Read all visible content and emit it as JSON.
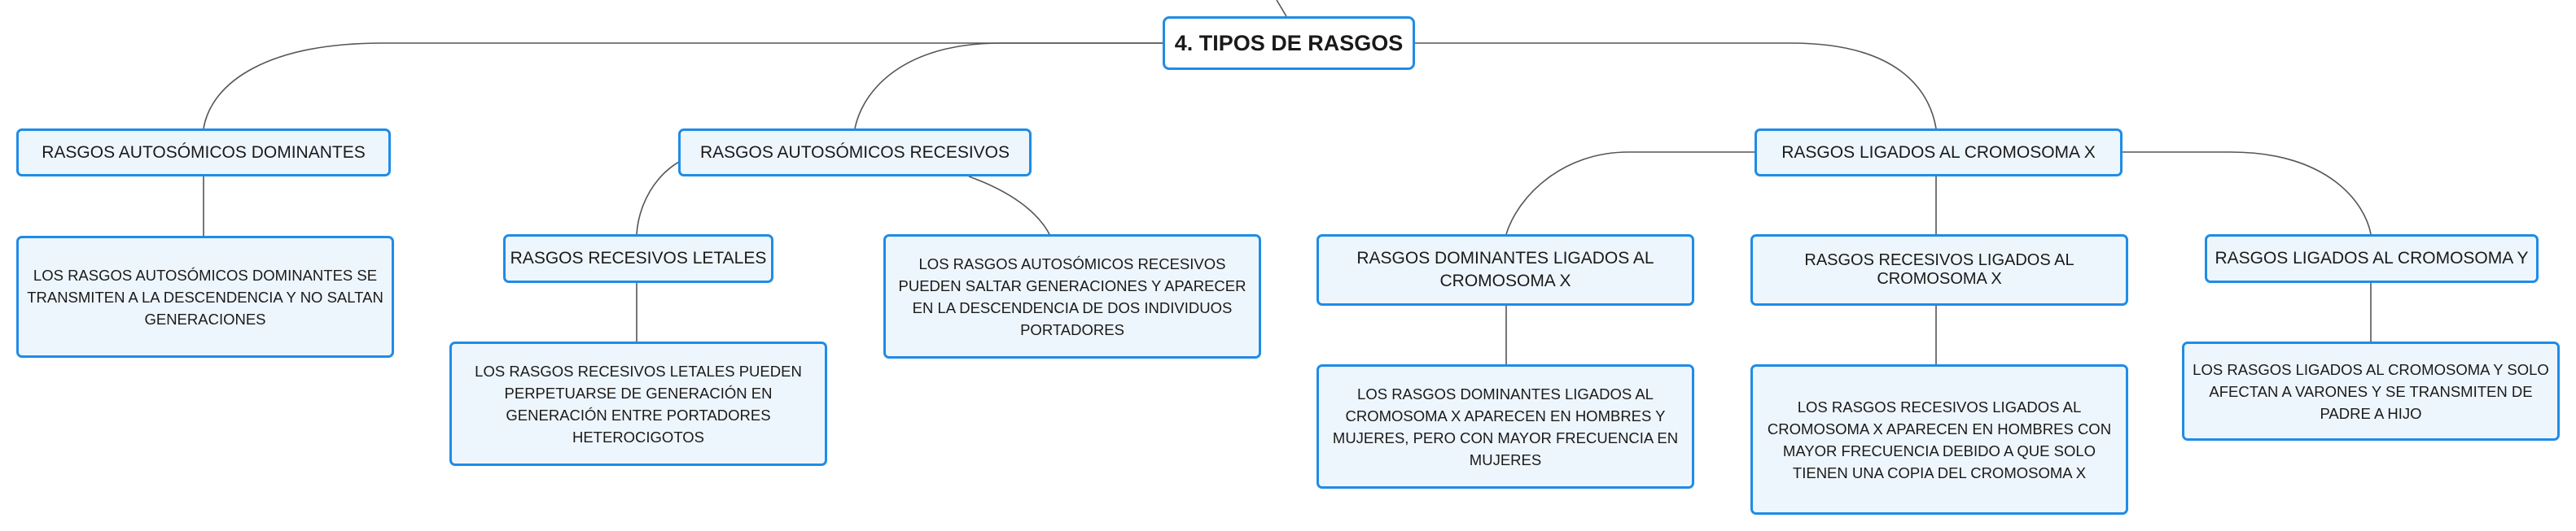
{
  "root": {
    "label": "4. TIPOS DE RASGOS"
  },
  "dominantes": {
    "label": "RASGOS AUTOSÓMICOS DOMINANTES",
    "desc": "LOS RASGOS AUTOSÓMICOS DOMINANTES SE TRANSMITEN A LA DESCENDENCIA Y NO SALTAN GENERACIONES"
  },
  "recesivos": {
    "label": "RASGOS AUTOSÓMICOS RECESIVOS",
    "letales_label": "RASGOS RECESIVOS LETALES",
    "letales_desc": "LOS RASGOS RECESIVOS LETALES PUEDEN PERPETUARSE DE GENERACIÓN EN GENERACIÓN ENTRE PORTADORES HETEROCIGOTOS",
    "desc": "LOS RASGOS AUTOSÓMICOS RECESIVOS PUEDEN SALTAR GENERACIONES Y APARECER EN LA DESCENDENCIA DE DOS INDIVIDUOS PORTADORES"
  },
  "ligados": {
    "label": "RASGOS LIGADOS AL CROMOSOMA X",
    "dom_label": "RASGOS DOMINANTES LIGADOS AL CROMOSOMA X",
    "dom_desc": "LOS RASGOS DOMINANTES LIGADOS AL CROMOSOMA X APARECEN EN HOMBRES Y MUJERES, PERO CON MAYOR FRECUENCIA EN MUJERES",
    "rec_label": "RASGOS RECESIVOS LIGADOS AL CROMOSOMA X",
    "rec_desc": "LOS RASGOS RECESIVOS LIGADOS AL CROMOSOMA X APARECEN EN HOMBRES CON MAYOR FRECUENCIA DEBIDO A QUE SOLO TIENEN UNA COPIA DEL CROMOSOMA X",
    "y_label": "RASGOS LIGADOS AL CROMOSOMA Y",
    "y_desc": "LOS RASGOS LIGADOS AL CROMOSOMA Y SOLO AFECTAN A VARONES Y SE TRANSMITEN DE PADRE A HIJO"
  },
  "colors": {
    "border": "#1f8ce6",
    "fill": "#eef6fd",
    "line": "#555555"
  }
}
